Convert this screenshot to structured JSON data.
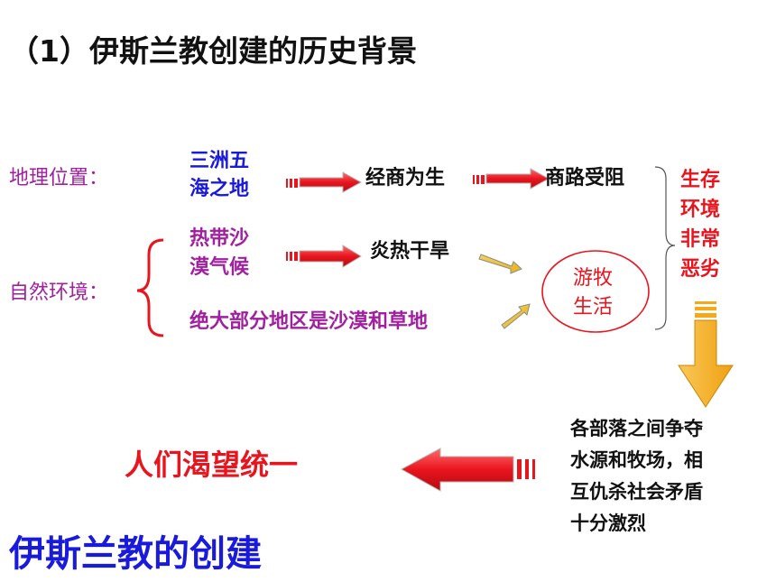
{
  "title": "（1）伊斯兰教创建的历史背景",
  "rows": {
    "geography": {
      "label": "地理位置：",
      "item": [
        "三洲五",
        "海之地"
      ],
      "result1": "经商为生",
      "result2": "商路受阻"
    },
    "nature": {
      "label": "自然环境：",
      "item1": [
        "热带沙",
        "漠气候"
      ],
      "result1": "炎热干旱",
      "item2": "绝大部分地区是沙漠和草地"
    }
  },
  "nomad": [
    "游牧",
    "生活"
  ],
  "survival": [
    "生存",
    "环境",
    "非常",
    "恶劣"
  ],
  "conflict": [
    "各部落之间争夺",
    "水源和牧场，相",
    "互仇杀社会矛盾",
    "十分激烈"
  ],
  "desire": "人们渴望统一",
  "conclusion": "伊斯兰教的创建",
  "colors": {
    "blue": "#1a1adc",
    "purple": "#a020a0",
    "red": "#e8141e",
    "black": "#111111",
    "arrow_red": "#e8141e",
    "arrow_yellow": "#f7b322",
    "arrow_grey": "#9e9e9e"
  }
}
